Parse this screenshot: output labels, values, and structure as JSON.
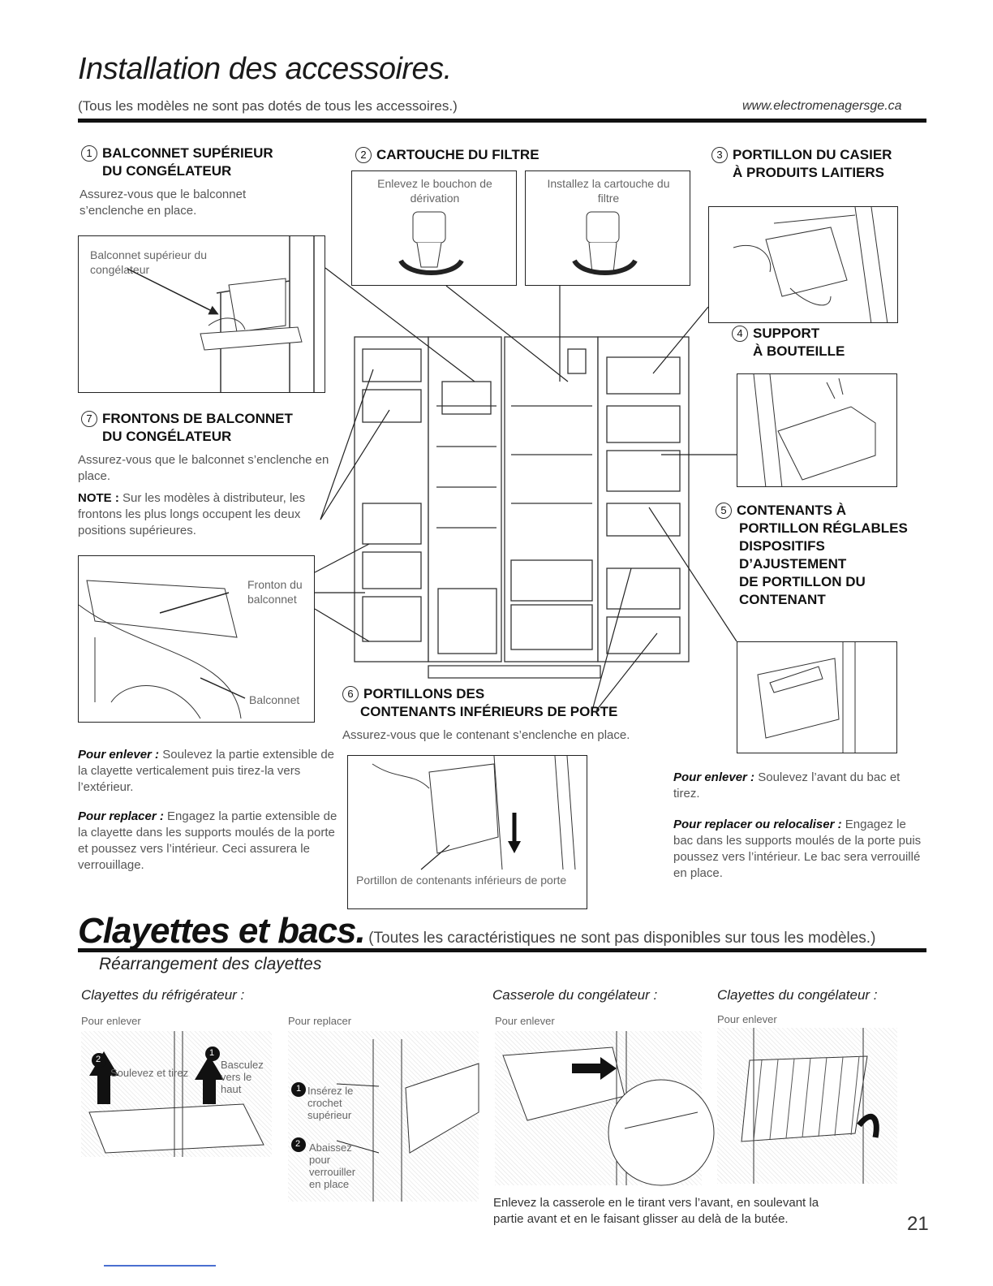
{
  "header": {
    "title": "Installation des accessoires.",
    "subtitle": "(Tous les modèles ne sont pas dotés de tous les accessoires.)",
    "url": "www.electromenagersge.ca"
  },
  "items": {
    "i1": {
      "num": "1",
      "title_1": "BALCONNET SUPÉRIEUR",
      "title_2": "DU CONGÉLATEUR",
      "text": "Assurez-vous que le balconnet s’enclenche en place.",
      "fig_label": "Balconnet supérieur du congélateur"
    },
    "i2": {
      "num": "2",
      "title": "CARTOUCHE DU FILTRE",
      "step1": "Enlevez le bouchon de dérivation",
      "step2": "Installez la cartouche du filtre"
    },
    "i3": {
      "num": "3",
      "title_1": "PORTILLON DU CASIER",
      "title_2": "À PRODUITS LAITIERS"
    },
    "i4": {
      "num": "4",
      "title_1": "SUPPORT",
      "title_2": "À BOUTEILLE"
    },
    "i5": {
      "num": "5",
      "title_1": "CONTENANTS À",
      "title_2": "PORTILLON RÉGLABLES",
      "title_3": "DISPOSITIFS",
      "title_4": "D’AJUSTEMENT",
      "title_5": "DE PORTILLON DU",
      "title_6": "CONTENANT"
    },
    "i6": {
      "num": "6",
      "title_1": "PORTILLONS DES",
      "title_2": "CONTENANTS INFÉRIEURS DE PORTE",
      "text": "Assurez-vous que le contenant s’enclenche en place.",
      "fig_label": "Portillon de contenants inférieurs de porte"
    },
    "i7": {
      "num": "7",
      "title_1": "FRONTONS DE BALCONNET",
      "title_2": "DU CONGÉLATEUR",
      "text": "Assurez-vous que le balconnet s’enclenche en place.",
      "note_label": "NOTE :",
      "note_text": "Sur les modèles à distributeur, les frontons les plus longs occupent les deux positions supérieures.",
      "fig_label_1": "Fronton du balconnet",
      "fig_label_2": "Balconnet"
    }
  },
  "left_instructions": {
    "remove_label": "Pour enlever :",
    "remove_text": "Soulevez la partie extensible de la clayette verticalement puis tirez-la vers l’extérieur.",
    "replace_label": "Pour replacer :",
    "replace_text": "Engagez la partie extensible de la clayette dans les supports moulés de la porte et poussez vers l’intérieur. Ceci assurera le verrouillage."
  },
  "right_instructions": {
    "remove_label": "Pour enlever :",
    "remove_text": "Soulevez l’avant du bac et tirez.",
    "replace_label": "Pour replacer ou relocaliser :",
    "replace_text": "Engagez le bac dans les supports moulés de la porte puis poussez vers l’intérieur. Le bac sera verrouillé en place."
  },
  "section2": {
    "title": "Clayettes et bacs.",
    "note": "(Toutes les caractéristiques ne sont pas disponibles sur tous les modèles.)",
    "subtitle": "Réarrangement des clayettes",
    "fridge_label": "Clayettes du réfrigérateur :",
    "pan_label": "Casserole du congélateur :",
    "freezer_label": "Clayettes du congélateur :",
    "remove": "Pour enlever",
    "replace": "Pour replacer",
    "step2_remove": "Soulevez et tirez",
    "step1_remove": "Basculez vers le haut",
    "step1_replace": "Insérez le crochet supérieur",
    "step2_replace": "Abaissez pour verrouiller en place",
    "pan_caption": "Enlevez la casserole en le tirant vers l’avant, en soulevant la partie avant et en le faisant glisser au delà de la butée.",
    "pan_remove": "Pour enlever",
    "freezer_remove": "Pour enlever",
    "badge_1": "1",
    "badge_2": "2"
  },
  "page_number": "21"
}
